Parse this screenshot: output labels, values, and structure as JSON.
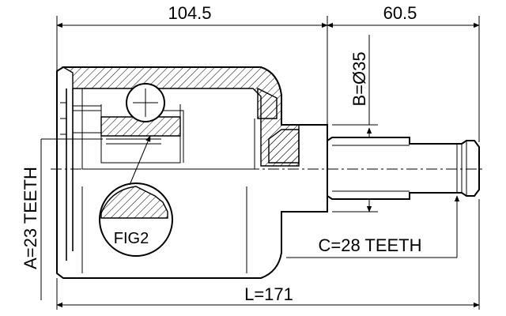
{
  "dimensions": {
    "housing_length": "104.5",
    "shaft_length": "60.5",
    "total_length": "L=171",
    "diameter": "B=Ø35",
    "inner_teeth": "A=23 TEETH",
    "outer_teeth": "C=28 TEETH"
  },
  "labels": {
    "detail_figure": "FIG2"
  }
}
